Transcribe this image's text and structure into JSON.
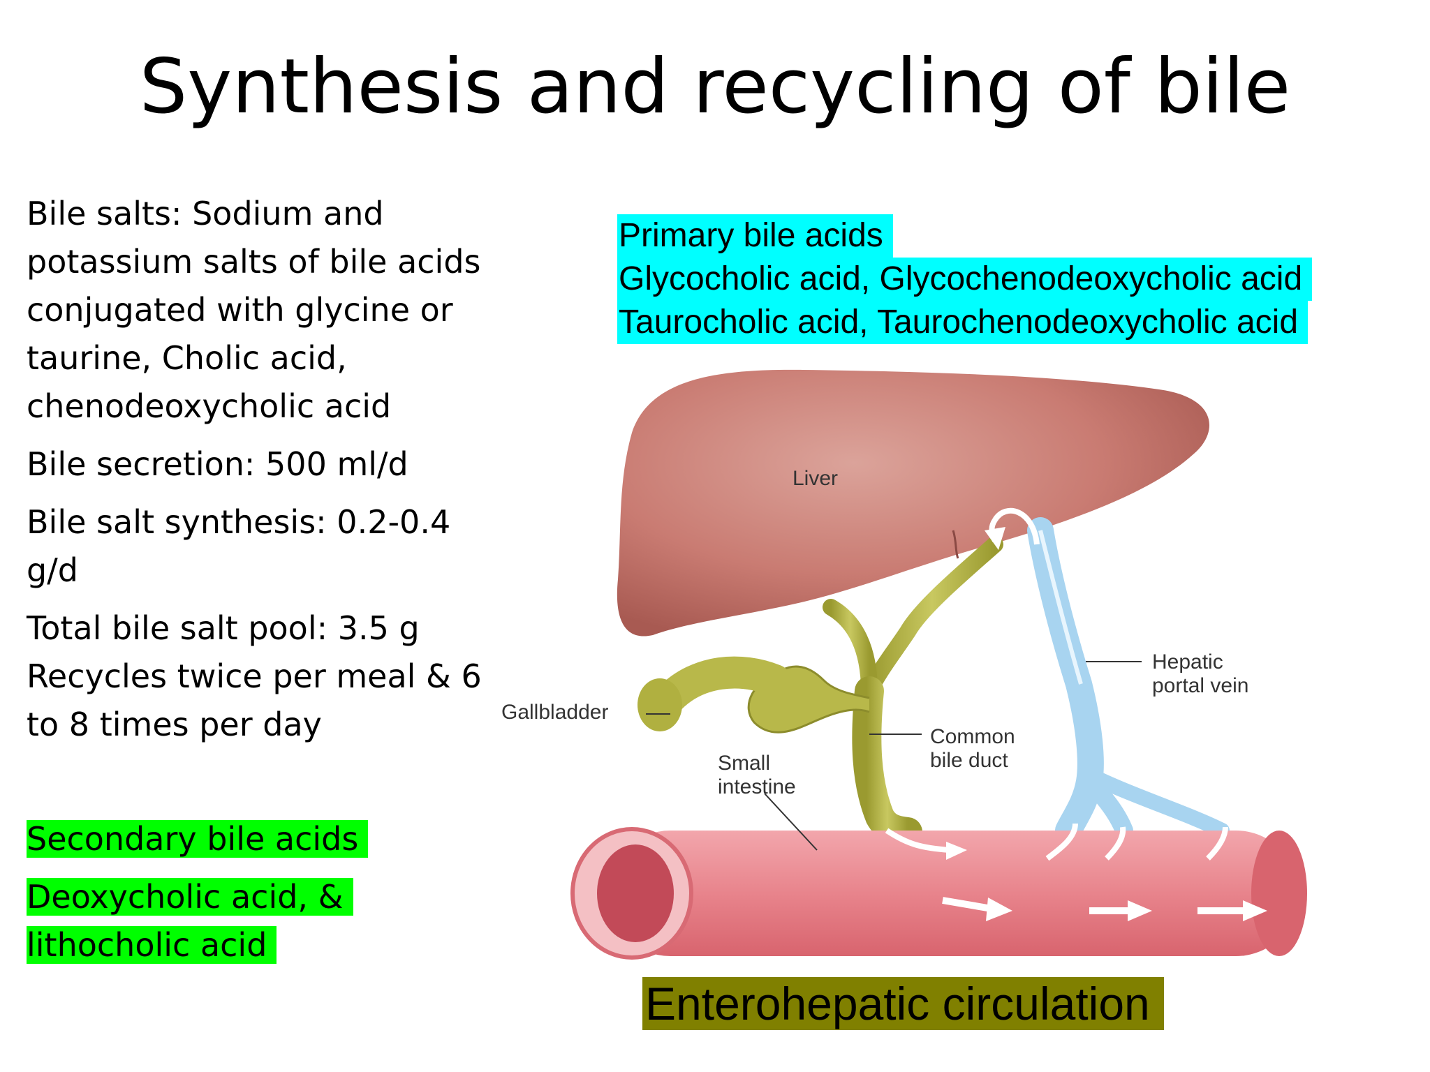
{
  "title": "Synthesis and recycling of bile",
  "left_text": {
    "p1_lines": [
      "Bile salts: Sodium and",
      "potassium salts of bile acids",
      "conjugated with glycine or",
      "taurine, Cholic acid,",
      "chenodeoxycholic acid"
    ],
    "p2": "Bile secretion: 500 ml/d",
    "p3_lines": [
      "Bile salt synthesis: 0.2-0.4",
      "g/d"
    ],
    "p4_lines": [
      "Total bile salt pool: 3.5 g",
      "Recycles twice per meal & 6",
      "to 8 times per day"
    ]
  },
  "secondary": {
    "heading": "Secondary bile acids",
    "lines": [
      "Deoxycholic acid, &",
      "lithocholic acid"
    ],
    "highlight_color": "#00ff00"
  },
  "primary": {
    "lines": [
      "Primary bile acids",
      "Glycocholic acid, Glycochenodeoxycholic acid",
      "Taurocholic acid, Taurochenodeoxycholic acid"
    ],
    "highlight_color": "#00ffff"
  },
  "diagram_labels": {
    "liver": "Liver",
    "gallbladder": "Gallbladder",
    "small_intestine": [
      "Small",
      "intestine"
    ],
    "common_bile_duct": [
      "Common",
      "bile duct"
    ],
    "hepatic_portal_vein": [
      "Hepatic",
      "portal vein"
    ]
  },
  "caption": {
    "text": "Enterohepatic circulation",
    "color": "#808000"
  },
  "colors": {
    "liver": "#c97b72",
    "bile_duct": "#b8b84a",
    "portal_vein": "#a8d4f0",
    "intestine": "#e8848c"
  }
}
